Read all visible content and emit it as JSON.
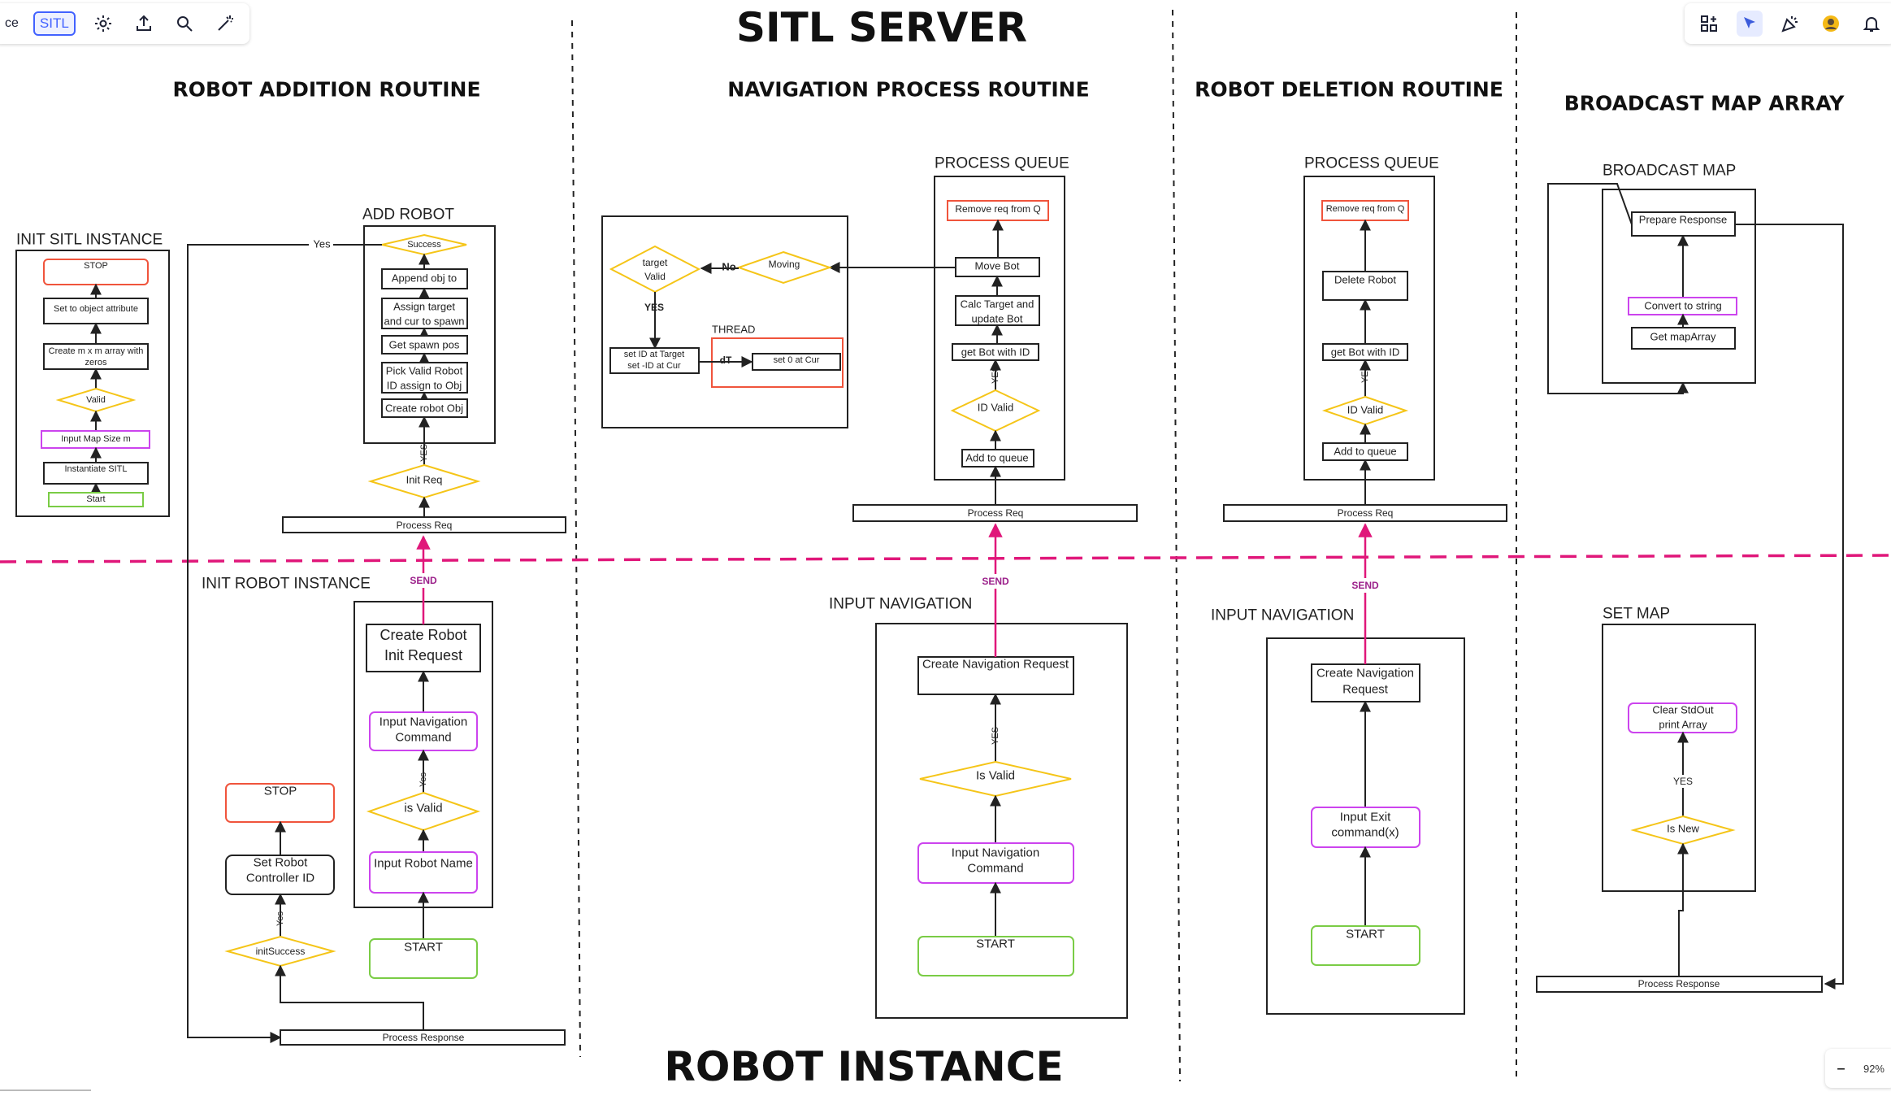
{
  "toolbar": {
    "partial_label": "ce",
    "sitl_label": "SITL",
    "left_icons": [
      "gear-icon",
      "upload-icon",
      "search-icon",
      "magic-icon"
    ],
    "right_icons": [
      "apps-icon",
      "cursor-icon",
      "celebrate-icon",
      "avatar",
      "bell-icon"
    ]
  },
  "zoom": {
    "minus": "–",
    "value": "92%"
  },
  "titles": {
    "top": "SITL SERVER",
    "bottom": "ROBOT INSTANCE"
  },
  "sections": {
    "addition": "ROBOT ADDITION ROUTINE",
    "navigation": "NAVIGATION PROCESS ROUTINE",
    "deletion": "ROBOT DELETION ROUTINE",
    "broadcast": "BROADCAST MAP ARRAY"
  },
  "frames": {
    "init_sitl": "INIT SITL INSTANCE",
    "add_robot": "ADD ROBOT",
    "init_robot": "INIT ROBOT INSTANCE",
    "nav_queue": "PROCESS QUEUE",
    "del_queue": "PROCESS QUEUE",
    "broadcast_map": "BROADCAST MAP",
    "input_nav": "INPUT NAVIGATION",
    "input_nav_del": "INPUT NAVIGATION",
    "set_map": "SET MAP",
    "thread": "THREAD"
  },
  "nodes": {
    "sitl_stop": "STOP",
    "sitl_set_attr": "Set to object attribute",
    "sitl_create_l1": "Create m x m array with",
    "sitl_create_l2": "zeros",
    "sitl_valid": "Valid",
    "sitl_input_map": "Input Map Size m",
    "sitl_instantiate": "Instantiate SITL",
    "sitl_start": "Start",
    "add_success": "Success",
    "add_append": "Append obj to",
    "add_assign_l1": "Assign target",
    "add_assign_l2": "and cur to spawn",
    "add_spawn": "Get spawn pos",
    "add_pick_l1": "Pick Valid Robot",
    "add_pick_l2": "ID assign to Obj",
    "add_create_obj": "Create robot Obj",
    "init_req": "Init Req",
    "process_req_add": "Process Req",
    "create_robot_l1": "Create Robot",
    "create_robot_l2": "Init Request",
    "input_nav_cmd_l1": "Input Navigation",
    "input_nav_cmd_l2": "Command",
    "is_valid_robot": "is Valid",
    "input_robot_name": "Input Robot Name",
    "start_robot": "START",
    "robot_stop": "STOP",
    "set_ctrl_l1": "Set Robot",
    "set_ctrl_l2": "Controller ID",
    "init_success": "initSuccess",
    "process_response": "Process Response",
    "nav_remove": "Remove req from Q",
    "nav_move": "Move Bot",
    "nav_calc_l1": "Calc Target and",
    "nav_calc_l2": "update Bot",
    "nav_get_bot": "get Bot with ID",
    "nav_id_valid": "ID Valid",
    "nav_add_queue": "Add to queue",
    "process_req_nav": "Process Req",
    "moving": "Moving",
    "target_valid_l1": "target",
    "target_valid_l2": "Valid",
    "set_id_l1": "set ID at Target",
    "set_id_l2": "set -ID at Cur",
    "set_zero": "set 0 at Cur",
    "create_nav_req": "Create Navigation Request",
    "is_valid_nav": "Is Valid",
    "input_nav_cmd2_l1": "Input Navigation",
    "input_nav_cmd2_l2": "Command",
    "start_nav": "START",
    "del_remove": "Remove req from Q",
    "del_delete": "Delete Robot",
    "del_get_bot": "get Bot with ID",
    "del_id_valid": "ID Valid",
    "del_add_queue": "Add to queue",
    "process_req_del": "Process Req",
    "create_nav_req2_l1": "Create Navigation",
    "create_nav_req2_l2": "Request",
    "input_exit_l1": "Input Exit",
    "input_exit_l2": "command(x)",
    "start_del": "START",
    "prepare_response": "Prepare Response",
    "convert_string": "Convert to string",
    "get_map_array": "Get mapArray",
    "clear_l1": "Clear StdOut",
    "clear_l2": "print Array",
    "is_new": "Is New",
    "process_response_map": "Process Response"
  },
  "edge_labels": {
    "yes_success": "Yes",
    "yes_init": "YES",
    "send": "SEND",
    "yes_valid": "Yes",
    "yes_init_success": "Yes",
    "no": "No",
    "yes_target": "YES",
    "dt": "dT",
    "yes_nav_id": "YES",
    "yes_is_valid_nav": "YES",
    "yes_del_id": "YES",
    "yes_is_new": "YES"
  },
  "colors": {
    "divider_send": "#e0177a",
    "start_green": "#7acc45",
    "stop_red": "#f0543c",
    "input_purple": "#cc44ee",
    "decision_yellow": "#f5c518",
    "send_label": "#9b1f8a",
    "accent_blue": "#4262ff"
  }
}
